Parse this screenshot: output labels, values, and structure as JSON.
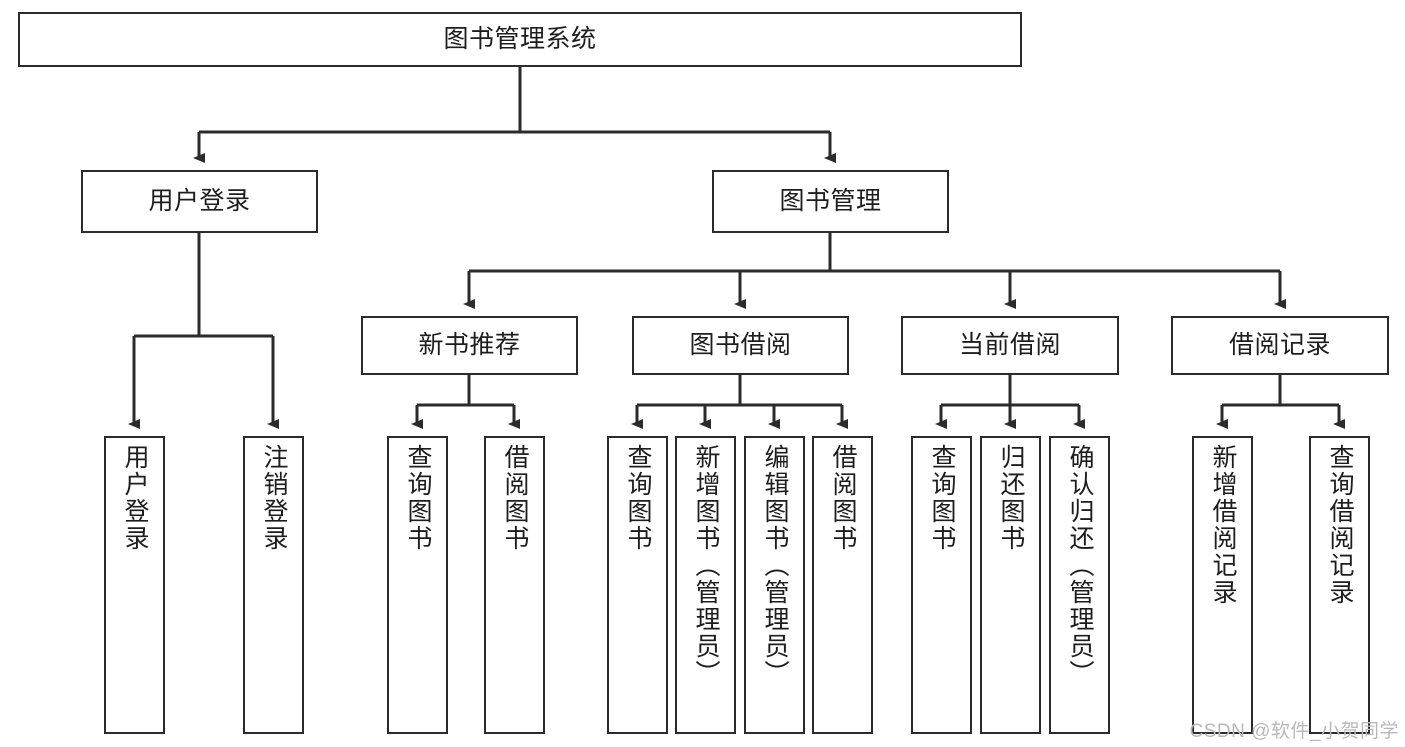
{
  "diagram": {
    "title": "图书管理系统",
    "type": "tree",
    "watermark": "CSDN @软件_小贺同学",
    "stroke_color": "#2b2b2b",
    "fill_color": "#ffffff",
    "text_color": "#1d1d1d"
  },
  "nodes": {
    "root": {
      "label": "图书管理系统",
      "level": 1
    },
    "l2": [
      {
        "label": "用户登录",
        "level": 2
      },
      {
        "label": "图书管理",
        "level": 2
      }
    ],
    "l3": [
      {
        "label": "新书推荐",
        "level": 3
      },
      {
        "label": "图书借阅",
        "level": 3
      },
      {
        "label": "当前借阅",
        "level": 3
      },
      {
        "label": "借阅记录",
        "level": 3
      }
    ],
    "leaves": {
      "user_login": [
        {
          "label": "用户登录"
        },
        {
          "label": "注销登录"
        }
      ],
      "new_book": [
        {
          "label": "查询图书"
        },
        {
          "label": "借阅图书"
        }
      ],
      "book_borrow": [
        {
          "label": "查询图书"
        },
        {
          "label": "新增图书（管理员）"
        },
        {
          "label": "编辑图书（管理员）"
        },
        {
          "label": "借阅图书"
        }
      ],
      "current_borrow": [
        {
          "label": "查询图书"
        },
        {
          "label": "归还图书"
        },
        {
          "label": "确认归还（管理员）"
        }
      ],
      "borrow_record": [
        {
          "label": "新增借阅记录"
        },
        {
          "label": "查询借阅记录"
        }
      ]
    }
  }
}
